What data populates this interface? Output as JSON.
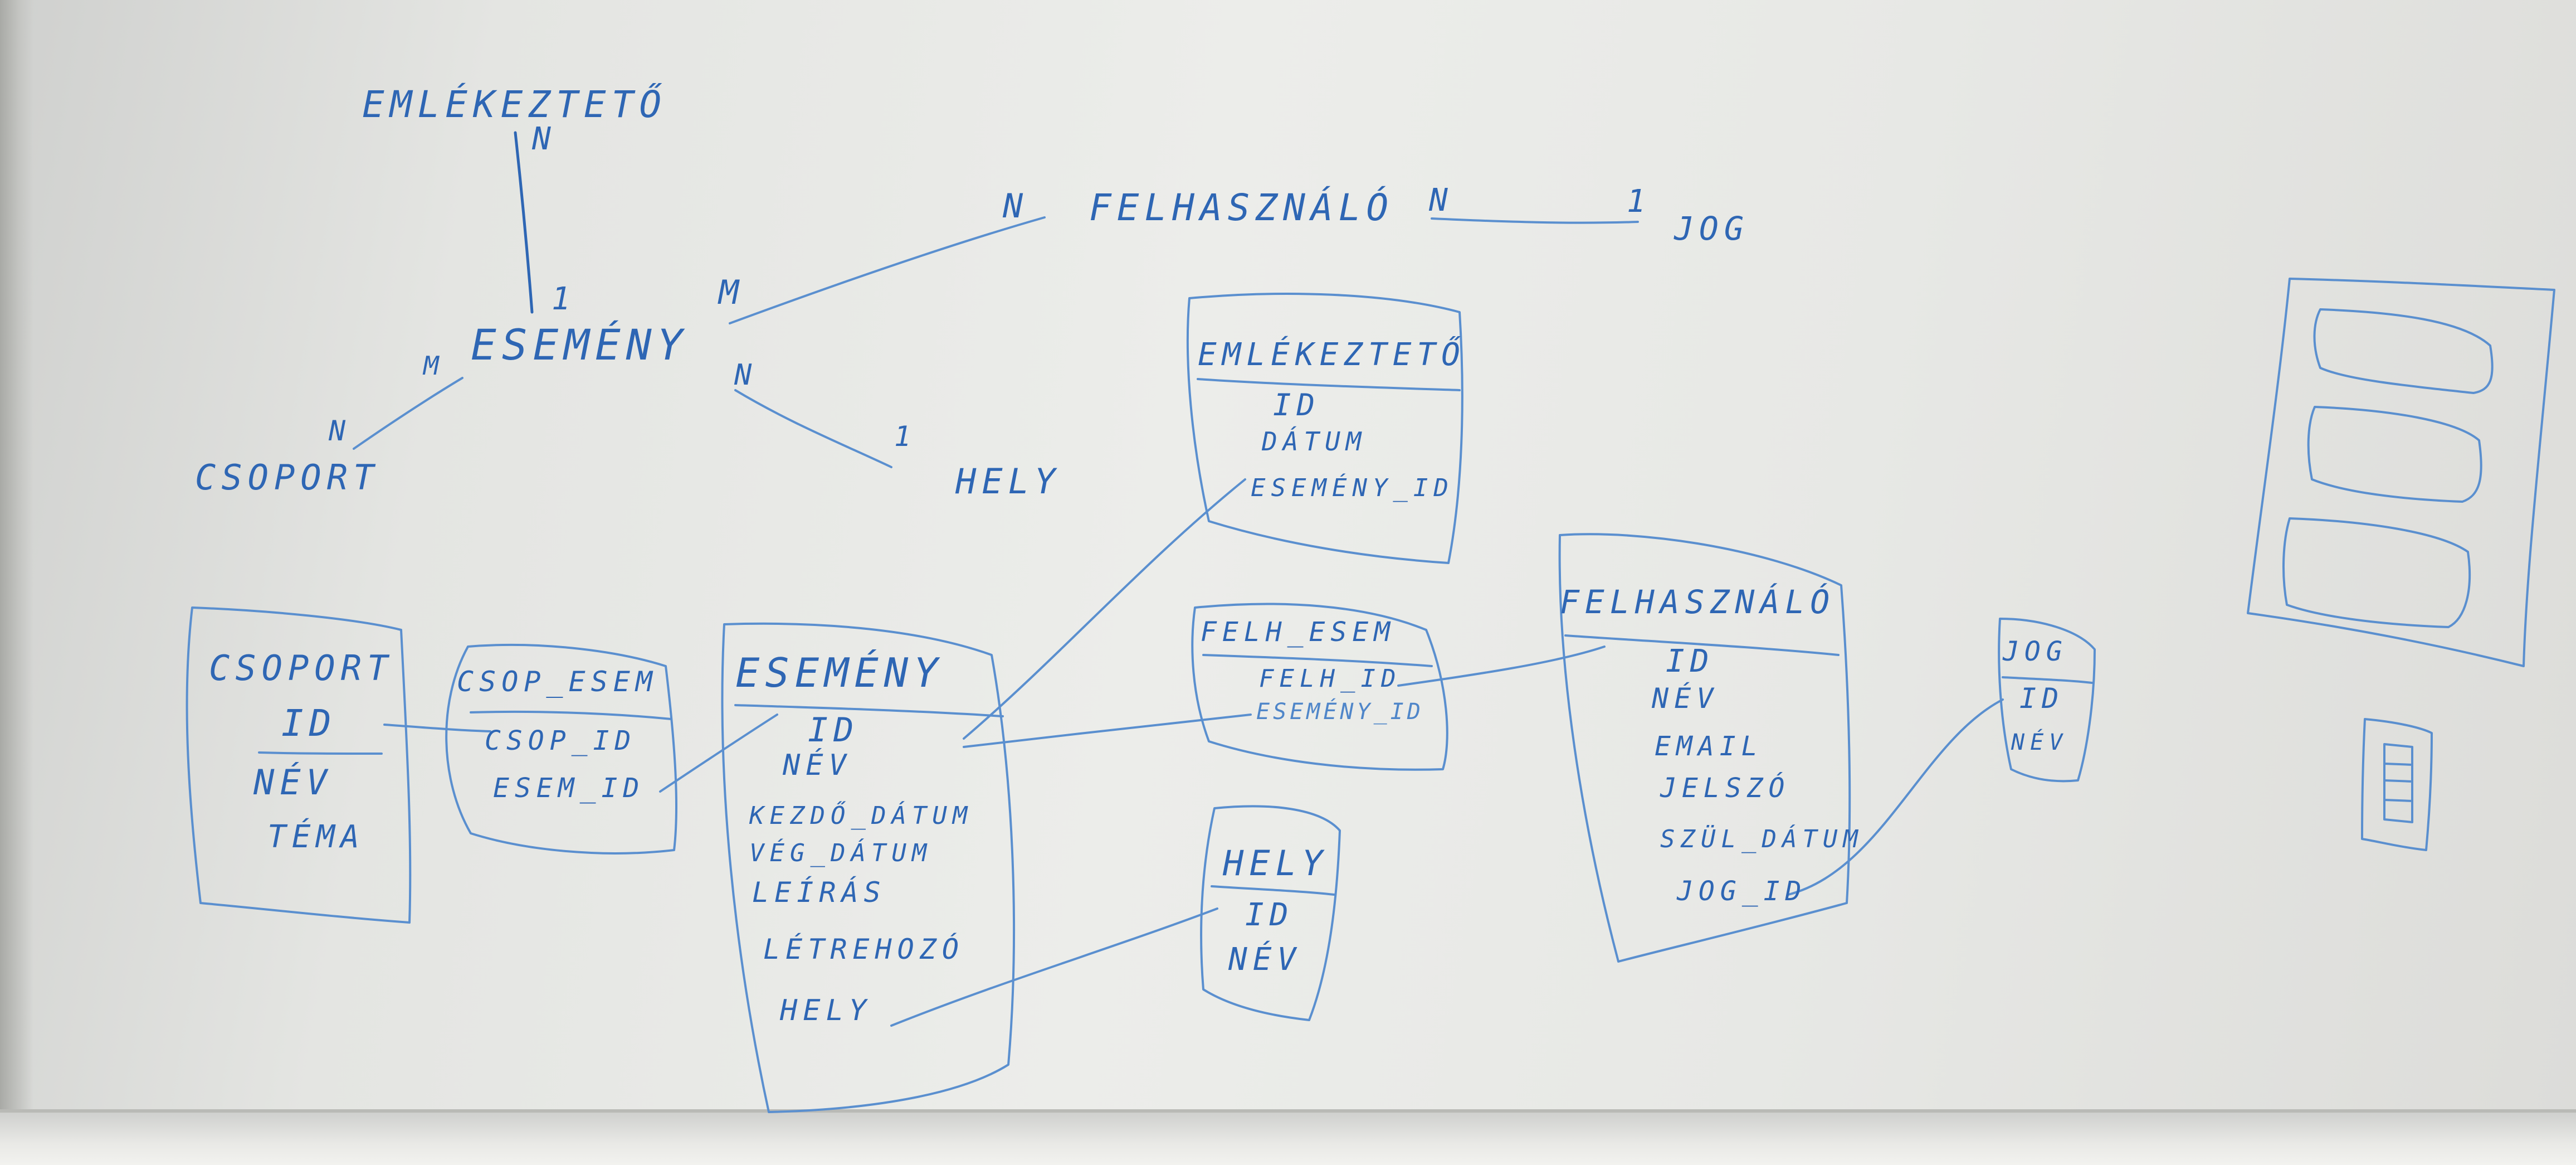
{
  "er_diagram": {
    "entities": {
      "emlekezteto": "EMLÉKEZTETŐ",
      "esemeny": "ESEMÉNY",
      "felhasznalo": "FELHASZNÁLÓ",
      "jog": "JOG",
      "csoport": "CSOPORT",
      "hely": "HELY"
    },
    "cardinalities": {
      "emlekezteto_n": "N",
      "esemeny_to_emlekezteto_1": "1",
      "esemeny_to_felh_m": "M",
      "felh_n_left": "N",
      "felh_n_right": "N",
      "jog_1": "1",
      "esemeny_to_csoport_m": "M",
      "csoport_n": "N",
      "esemeny_to_hely_n": "N",
      "hely_1": "1"
    }
  },
  "tables": {
    "emlekezteto": {
      "title": "EMLÉKEZTETŐ",
      "fields": [
        "ID",
        "DÁTUM",
        "ESEMÉNY_ID"
      ]
    },
    "csoport": {
      "title": "CSOPORT",
      "fields": [
        "ID",
        "NÉV",
        "TÉMA"
      ]
    },
    "csop_esem": {
      "title": "CSOP_ESEM",
      "fields": [
        "CSOP_ID",
        "ESEM_ID"
      ]
    },
    "esemeny": {
      "title": "ESEMÉNY",
      "fields": [
        "ID",
        "NÉV",
        "KEZDŐ_DÁTUM",
        "VÉG_DÁTUM",
        "LEÍRÁS",
        "LÉTREHOZÓ",
        "HELY"
      ]
    },
    "felh_esem": {
      "title": "FELH_ESEM",
      "fields": [
        "FELH_ID",
        "ESEMÉNY_ID"
      ]
    },
    "hely": {
      "title": "HELY",
      "fields": [
        "ID",
        "NÉV"
      ]
    },
    "felhasznalo": {
      "title": "FELHASZNÁLÓ",
      "fields": [
        "ID",
        "NÉV",
        "EMAIL",
        "JELSZÓ",
        "SZÜL_DÁTUM",
        "JOG_ID"
      ]
    },
    "jog": {
      "title": "JOG",
      "fields": [
        "ID",
        "NÉV"
      ]
    }
  }
}
